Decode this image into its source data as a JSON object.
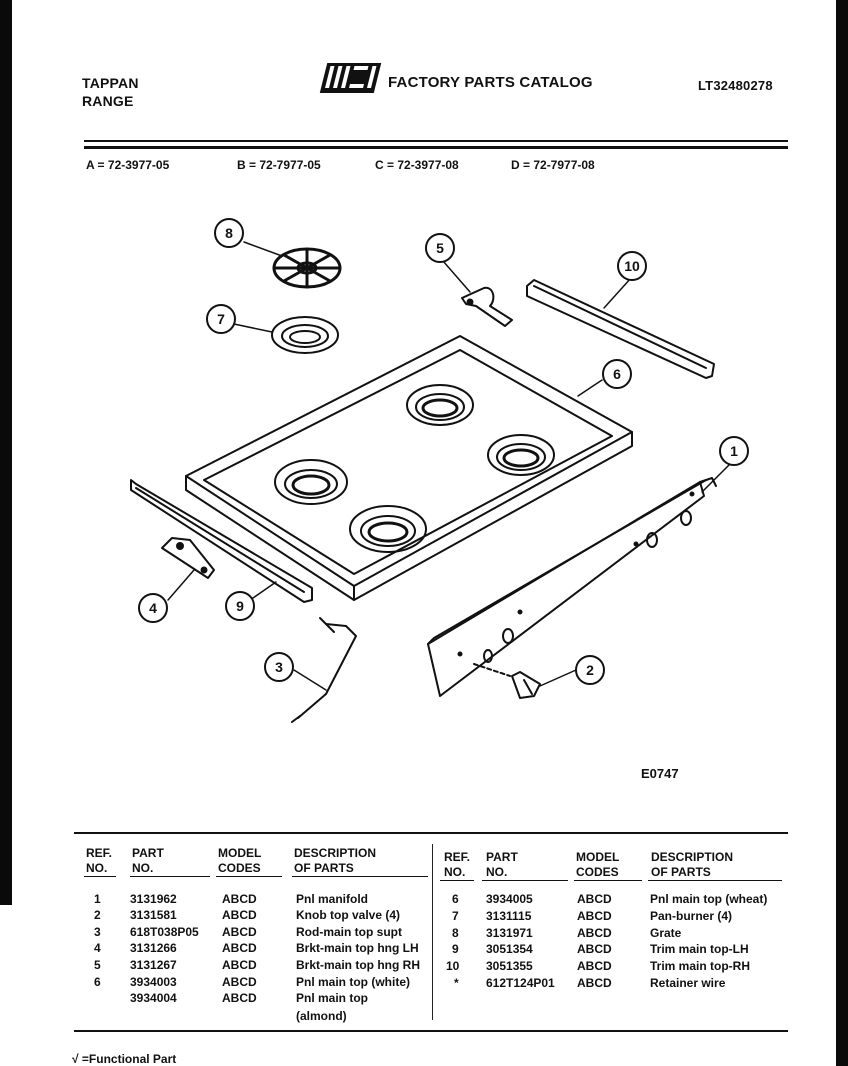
{
  "header": {
    "brand_line1": "TAPPAN",
    "brand_line2": "RANGE",
    "catalog_title": "FACTORY PARTS CATALOG",
    "doc_id": "LT32480278",
    "logo_text": "WCI"
  },
  "models": [
    {
      "letter_text": "A = 72-3977-05"
    },
    {
      "letter_text": "B = 72-7977-05"
    },
    {
      "letter_text": "C = 72-3977-08"
    },
    {
      "letter_text": "D = 72-7977-08"
    }
  ],
  "diagram": {
    "callouts": [
      "1",
      "2",
      "3",
      "4",
      "5",
      "6",
      "7",
      "8",
      "9",
      "10"
    ],
    "figure_id": "E0747"
  },
  "table": {
    "headers": {
      "ref_line1": "REF.",
      "ref_line2": "NO.",
      "part_line1": "PART",
      "part_line2": "NO.",
      "model_line1": "MODEL",
      "model_line2": "CODES",
      "desc_line1": "DESCRIPTION",
      "desc_line2": "OF PARTS"
    },
    "left_rows": [
      {
        "ref": "1",
        "part": "3131962",
        "codes": "ABCD",
        "desc": "Pnl manifold"
      },
      {
        "ref": "2",
        "part": "3131581",
        "codes": "ABCD",
        "desc": "Knob top valve (4)"
      },
      {
        "ref": "3",
        "part": "618T038P05",
        "codes": "ABCD",
        "desc": "Rod-main top supt"
      },
      {
        "ref": "4",
        "part": "3131266",
        "codes": "ABCD",
        "desc": "Brkt-main top hng LH"
      },
      {
        "ref": "5",
        "part": "3131267",
        "codes": "ABCD",
        "desc": "Brkt-main top hng RH"
      },
      {
        "ref": "6",
        "part": "3934003",
        "codes": "ABCD",
        "desc": "Pnl main top (white)"
      },
      {
        "ref": "",
        "part": "3934004",
        "codes": "ABCD",
        "desc": "Pnl main top"
      },
      {
        "ref": "",
        "part": "",
        "codes": "",
        "desc": "(almond)"
      }
    ],
    "right_rows": [
      {
        "ref": "6",
        "part": "3934005",
        "codes": "ABCD",
        "desc": "Pnl main top (wheat)"
      },
      {
        "ref": "7",
        "part": "3131115",
        "codes": "ABCD",
        "desc": "Pan-burner (4)"
      },
      {
        "ref": "8",
        "part": "3131971",
        "codes": "ABCD",
        "desc": "Grate"
      },
      {
        "ref": "9",
        "part": "3051354",
        "codes": "ABCD",
        "desc": "Trim main top-LH"
      },
      {
        "ref": "10",
        "part": "3051355",
        "codes": "ABCD",
        "desc": "Trim main top-RH"
      },
      {
        "ref": "*",
        "part": "612T124P01",
        "codes": "ABCD",
        "desc": "Retainer wire"
      }
    ]
  },
  "footnote": "√ =Functional Part"
}
